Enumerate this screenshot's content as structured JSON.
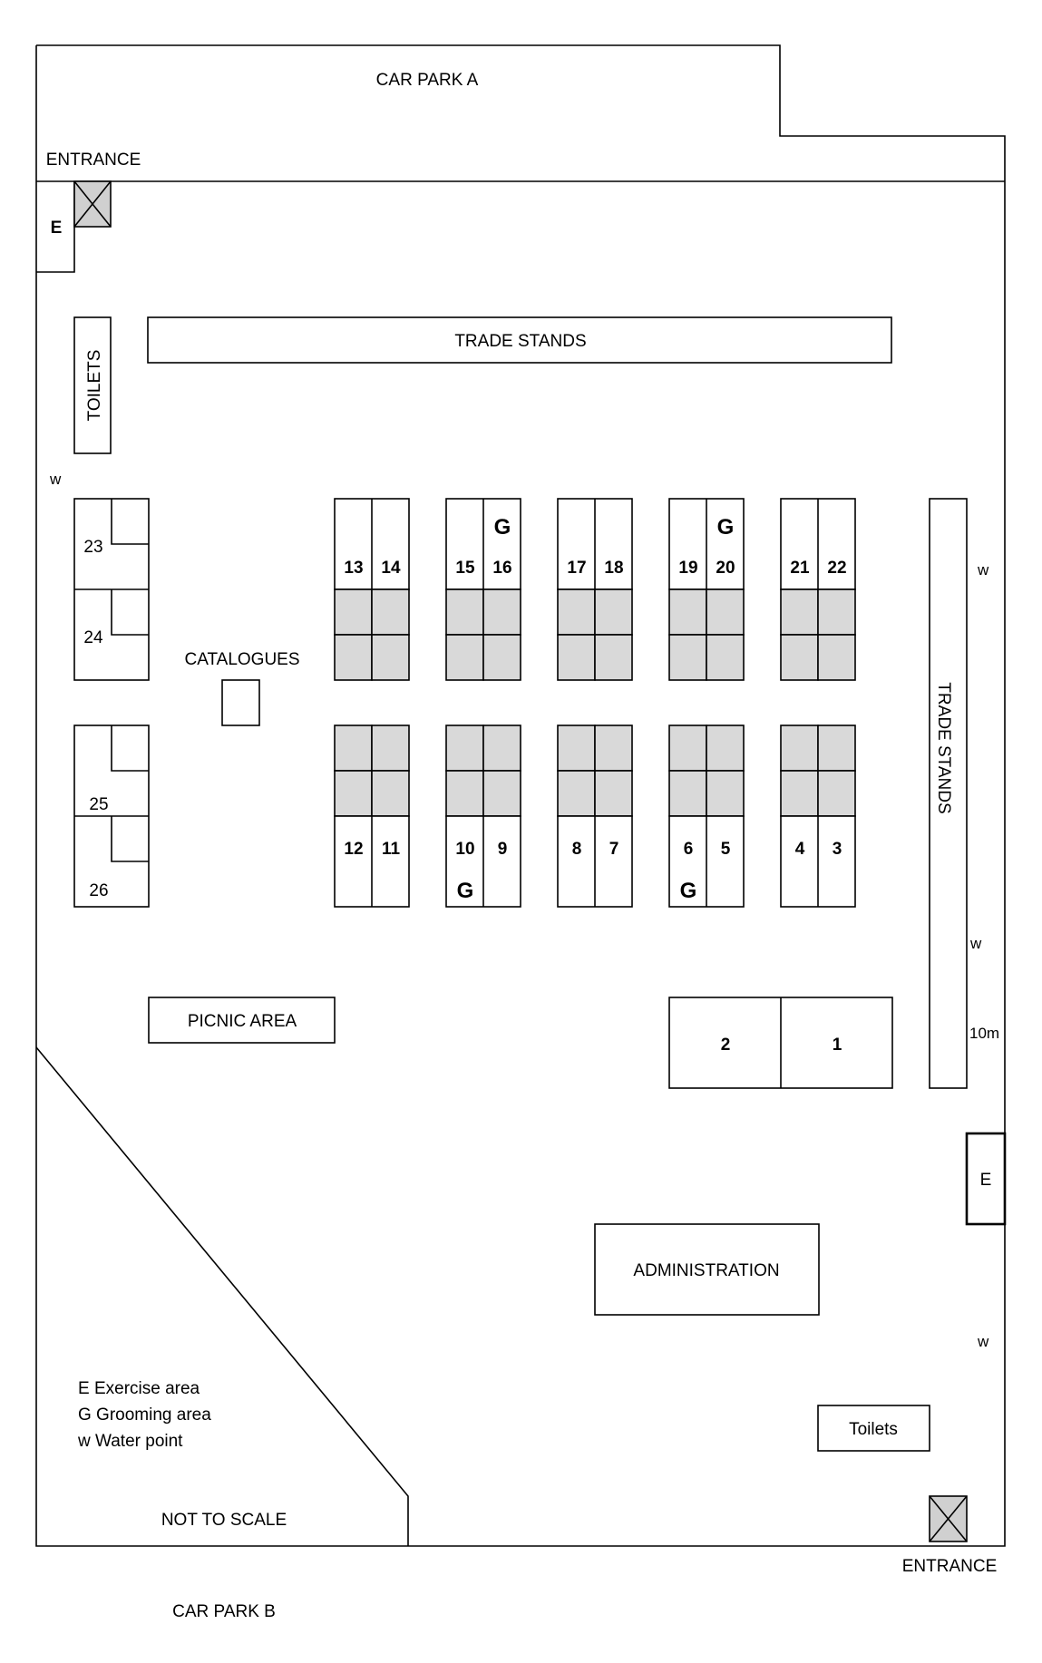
{
  "labels": {
    "car_park_a": "CAR PARK A",
    "car_park_b": "CAR PARK B",
    "entrance_top": "ENTRANCE",
    "entrance_bottom": "ENTRANCE",
    "trade_stands_top": "TRADE STANDS",
    "trade_stands_right": "TRADE STANDS",
    "toilets_left": "TOILETS",
    "toilets_bottom": "Toilets",
    "catalogues": "CATALOGUES",
    "picnic_area": "PICNIC AREA",
    "administration": "ADMINISTRATION",
    "not_to_scale": "NOT TO SCALE",
    "exercise_top": "E",
    "exercise_right": "E",
    "distance": "10m"
  },
  "water_points": [
    "w",
    "w",
    "w",
    "w"
  ],
  "pens": {
    "top_row": [
      "13",
      "14",
      "15",
      "16",
      "17",
      "18",
      "19",
      "20",
      "21",
      "22"
    ],
    "bottom_row": [
      "12",
      "11",
      "10",
      "9",
      "8",
      "7",
      "6",
      "5",
      "4",
      "3"
    ],
    "left_side": [
      "23",
      "24",
      "25",
      "26"
    ],
    "large": [
      "2",
      "1"
    ]
  },
  "grooming_marks": [
    "G",
    "G",
    "G",
    "G"
  ],
  "legend": [
    "E Exercise area",
    "G Grooming area",
    "w Water point"
  ]
}
